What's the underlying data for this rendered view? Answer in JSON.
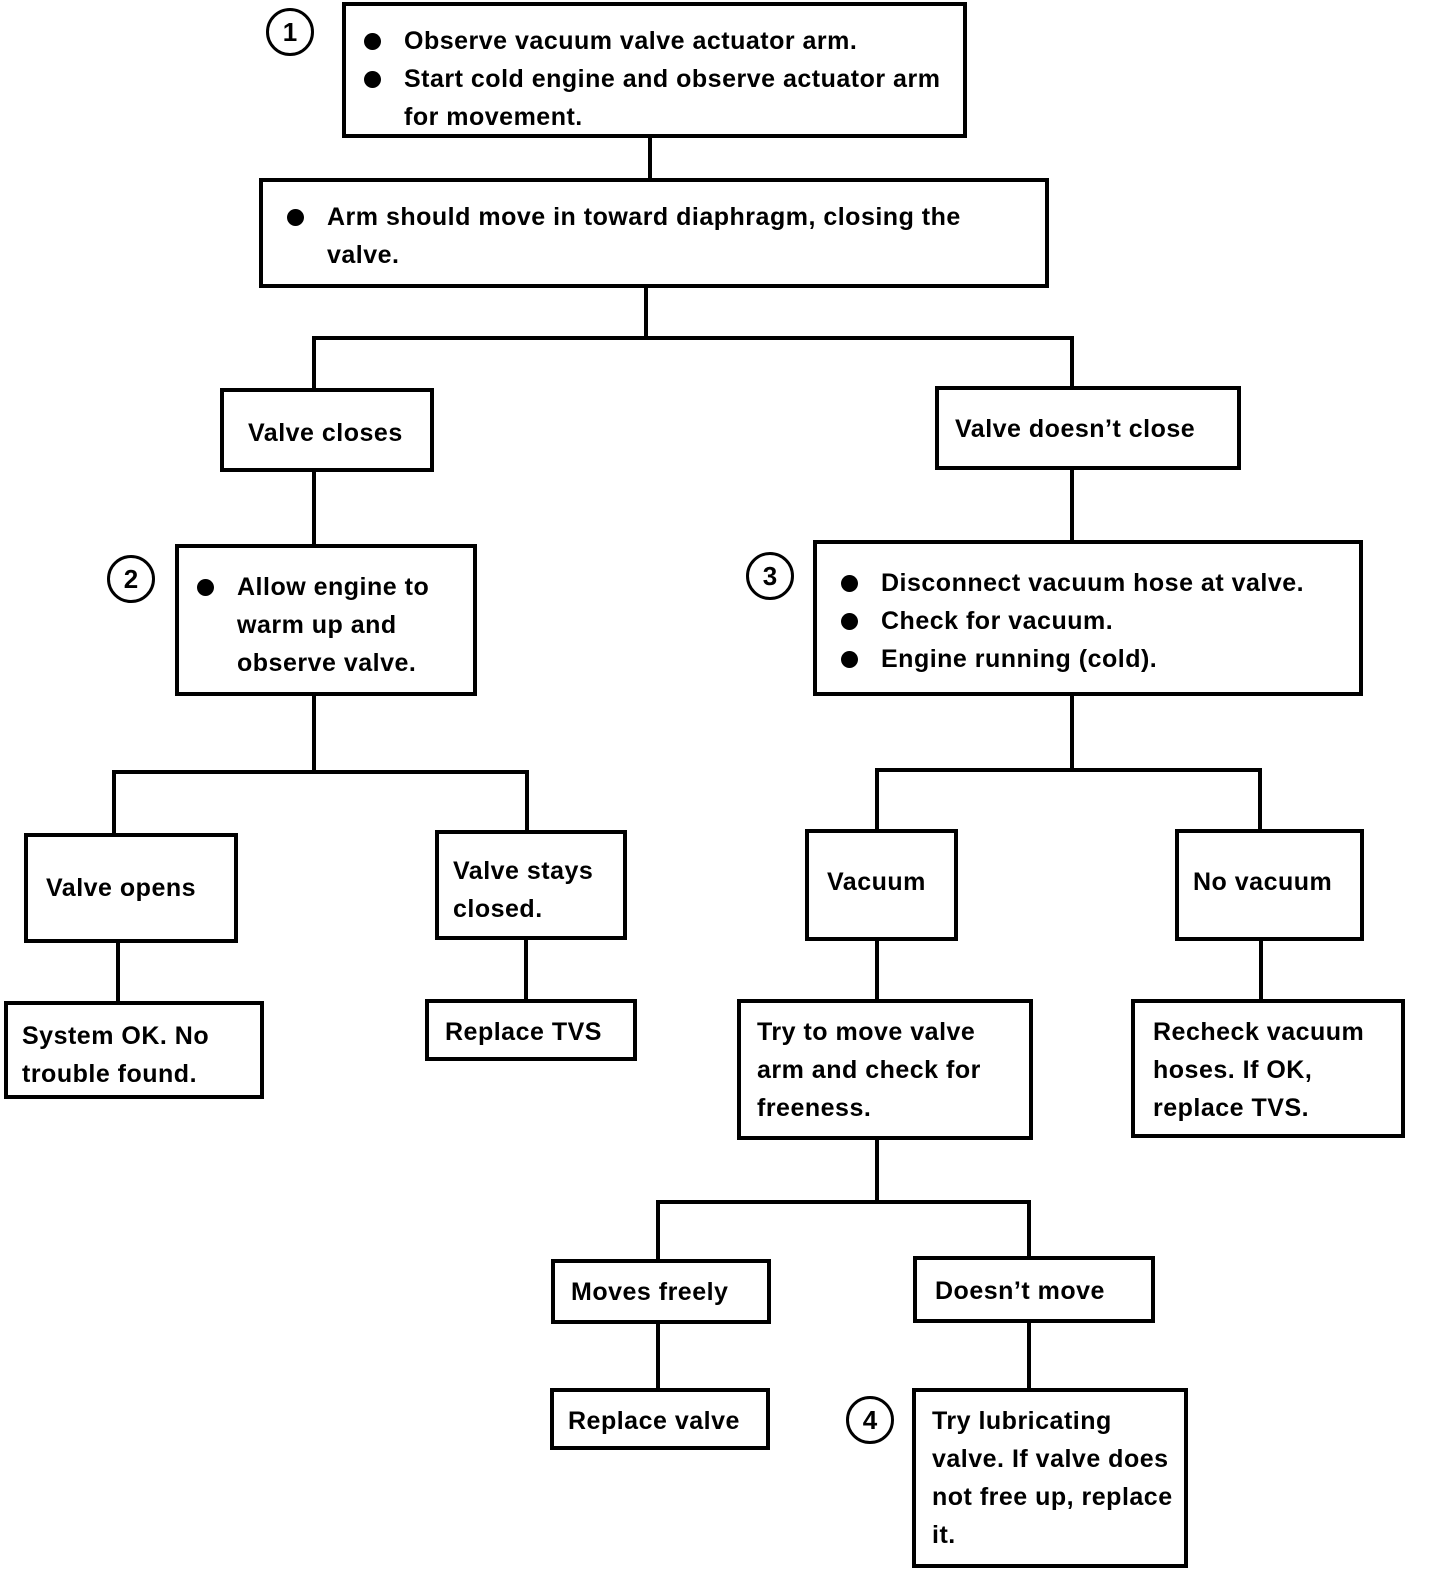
{
  "steps": [
    "1",
    "2",
    "3",
    "4"
  ],
  "boxes": {
    "observe_arm": {
      "bullets": [
        "Observe vacuum valve actuator arm.",
        "Start cold engine and observe actuator arm for movement."
      ]
    },
    "arm_should_move": {
      "bullets": [
        "Arm should move in toward diaphragm, closing the valve."
      ]
    },
    "valve_closes": "Valve closes",
    "valve_doesnt_close": "Valve doesn’t close",
    "allow_warm_up": {
      "bullets": [
        "Allow engine to warm up and observe valve."
      ]
    },
    "disconnect_hose": {
      "bullets": [
        "Disconnect vacuum hose at valve.",
        "Check for vacuum.",
        "Engine running (cold)."
      ]
    },
    "valve_opens": "Valve opens",
    "valve_stays_closed": "Valve stays closed.",
    "vacuum": "Vacuum",
    "no_vacuum": "No vacuum",
    "system_ok": "System OK. No trouble found.",
    "replace_tvs": "Replace TVS",
    "try_move_arm": "Try to move valve arm and check for freeness.",
    "recheck_hoses": "Recheck vacuum hoses. If OK, replace TVS.",
    "moves_freely": "Moves freely",
    "doesnt_move": "Doesn’t move",
    "replace_valve": "Replace valve",
    "try_lubricating": "Try lubricating valve. If valve does not free up, replace it."
  }
}
